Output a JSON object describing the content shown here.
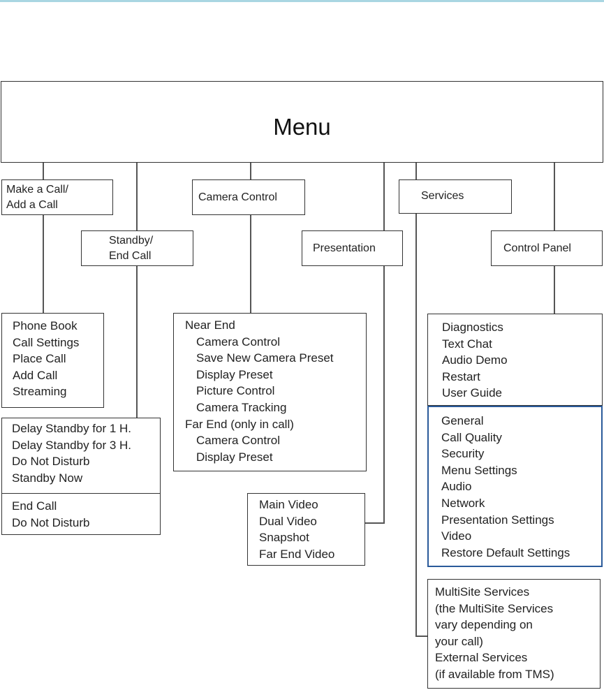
{
  "diagram": {
    "root": "Menu",
    "nodes": {
      "make_call": [
        "Make a Call/",
        "Add a Call"
      ],
      "standby": [
        "Standby/",
        "End Call"
      ],
      "camera": "Camera Control",
      "presentation": "Presentation",
      "services": "Services",
      "control_panel": "Control Panel"
    },
    "make_call_items": [
      "Phone Book",
      "Call Settings",
      "Place Call",
      "Add Call",
      "Streaming"
    ],
    "standby_items": [
      "Delay Standby for 1 H.",
      "Delay Standby for 3 H.",
      "Do Not Disturb",
      "Standby Now"
    ],
    "end_call_items": [
      "End Call",
      "Do Not Disturb"
    ],
    "camera_items": [
      {
        "text": "Near End",
        "indent": false
      },
      {
        "text": "Camera Control",
        "indent": true
      },
      {
        "text": "Save New Camera Preset",
        "indent": true
      },
      {
        "text": "Display Preset",
        "indent": true
      },
      {
        "text": "Picture Control",
        "indent": true
      },
      {
        "text": "Camera Tracking",
        "indent": true
      },
      {
        "text": "Far End (only in call)",
        "indent": false
      },
      {
        "text": "Camera Control",
        "indent": true
      },
      {
        "text": "Display Preset",
        "indent": true
      }
    ],
    "presentation_items": [
      "Main Video",
      "Dual Video",
      "Snapshot",
      "Far End Video"
    ],
    "control_panel_items": [
      "Diagnostics",
      "Text Chat",
      "Audio Demo",
      "Restart",
      "User Guide"
    ],
    "settings_items": [
      "General",
      "Call Quality",
      "Security",
      "Menu Settings",
      "Audio",
      "Network",
      "Presentation Settings",
      "Video",
      "Restore Default Settings"
    ],
    "services_items": [
      "MultiSite Services",
      "(the MultiSite Services",
      "vary depending on",
      "your call)",
      "External Services",
      "(if available from TMS)"
    ],
    "highlight_color": "#2a5a9a"
  }
}
